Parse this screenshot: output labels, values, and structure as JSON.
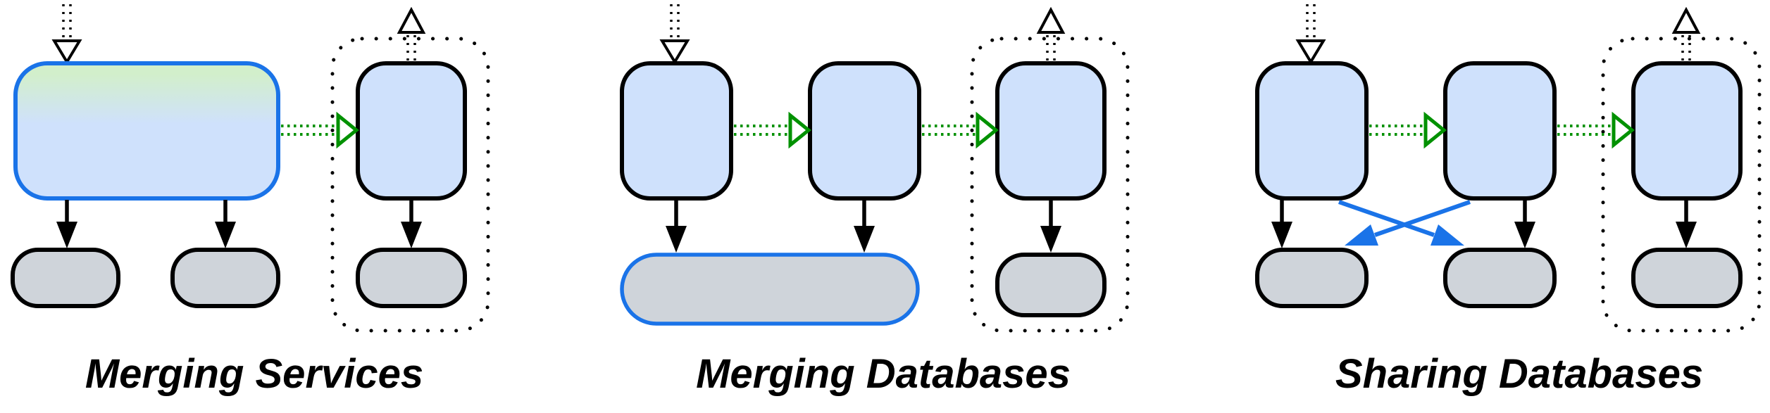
{
  "diagram": {
    "panels": [
      {
        "label": "Merging Services",
        "service_boxes": 2,
        "database_pills": 3,
        "merged_element": "service",
        "replication_arrows": 1,
        "incoming_request_arrow": true,
        "dotted_boundary": true
      },
      {
        "label": "Merging Databases",
        "service_boxes": 3,
        "database_pills": 2,
        "merged_element": "database",
        "replication_arrows": 2,
        "incoming_request_arrow": true,
        "dotted_boundary": true
      },
      {
        "label": "Sharing Databases",
        "service_boxes": 3,
        "database_pills": 3,
        "merged_element": "none",
        "cross_access_arrows": 2,
        "replication_arrows": 2,
        "incoming_request_arrow": true,
        "dotted_boundary": true
      }
    ]
  },
  "colors": {
    "accent_blue": "#1a73e8",
    "replication_green": "#009100",
    "service_fill": "#cfe1fc",
    "database_fill": "#cfd4da",
    "merged_gradient_green": "#d2efcb"
  }
}
